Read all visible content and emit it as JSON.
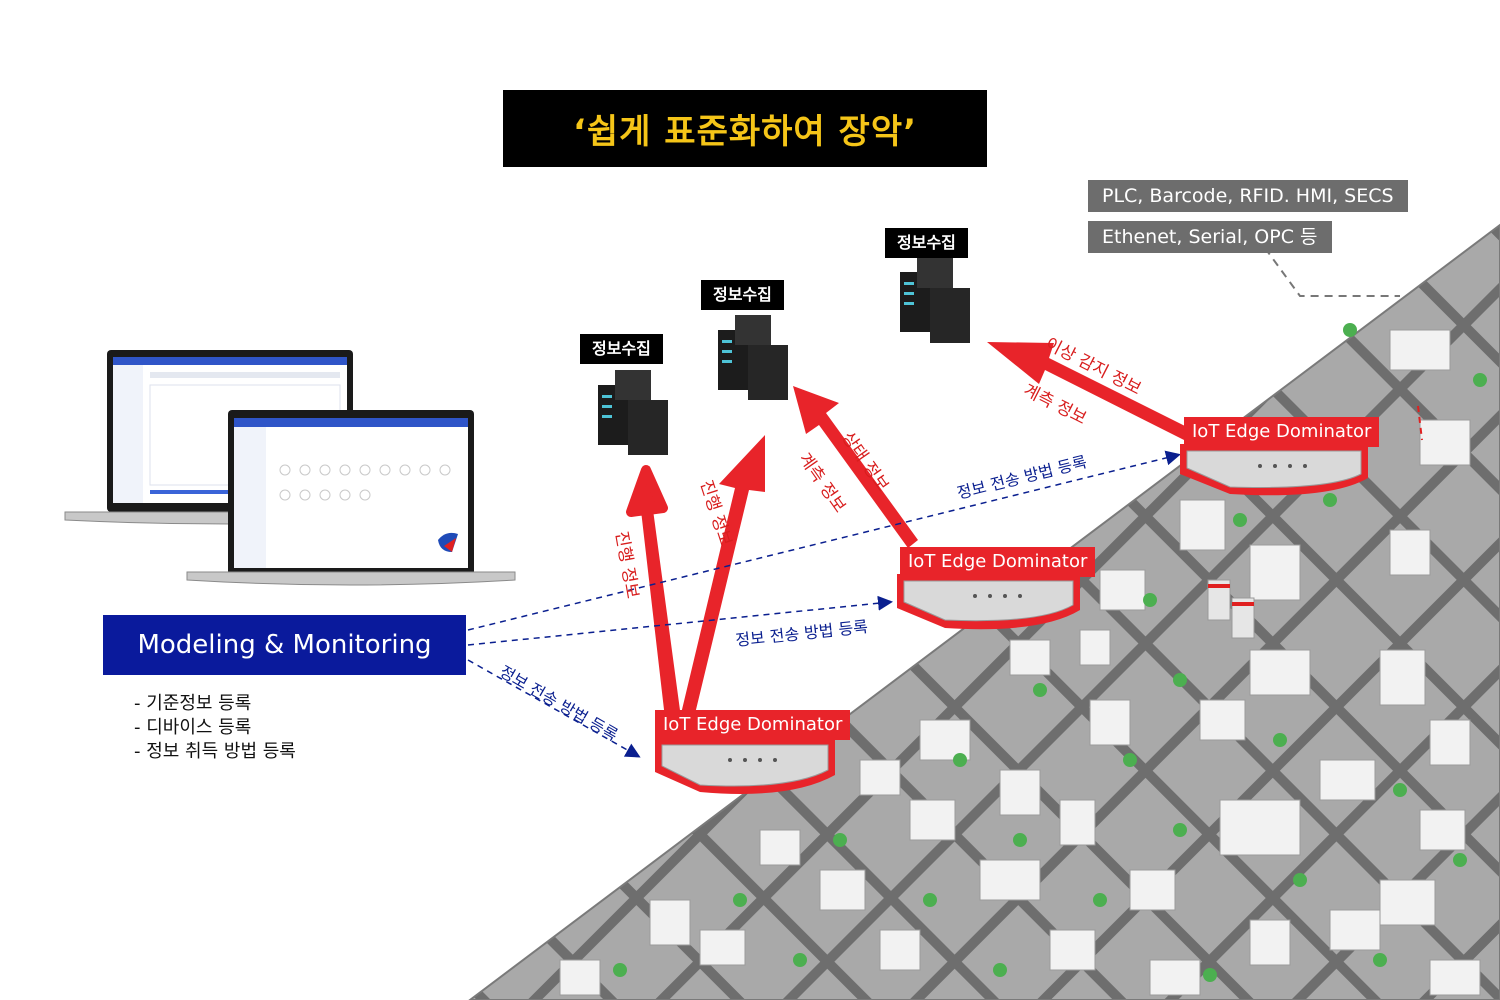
{
  "title": "‘쉽게 표준화하여 장악’",
  "protocols": [
    "PLC, Barcode, RFID. HMI, SECS",
    "Ethenet, Serial, OPC 등"
  ],
  "collect_label": "정보수집",
  "monitor": {
    "title": "Modeling & Monitoring",
    "items": [
      "- 기준정보 등록",
      "- 디바이스 등록",
      "- 정보 취득 방법 등록"
    ]
  },
  "device_label": "IoT Edge Dominator",
  "flows": {
    "progress_info": "진행 정보",
    "state_info": "상태 정보",
    "measure_info": "계측 정보",
    "anomaly_info": "이상 감지 정보",
    "transfer_method": "정보 전송 방법 등록"
  },
  "colors": {
    "title_bg": "#000000",
    "title_text": "#f5c518",
    "arrow_red": "#e8242a",
    "monitor_blue": "#0a1a9c",
    "proto_gray": "#6d6d6d",
    "city_gray": "#8c8c8c"
  }
}
